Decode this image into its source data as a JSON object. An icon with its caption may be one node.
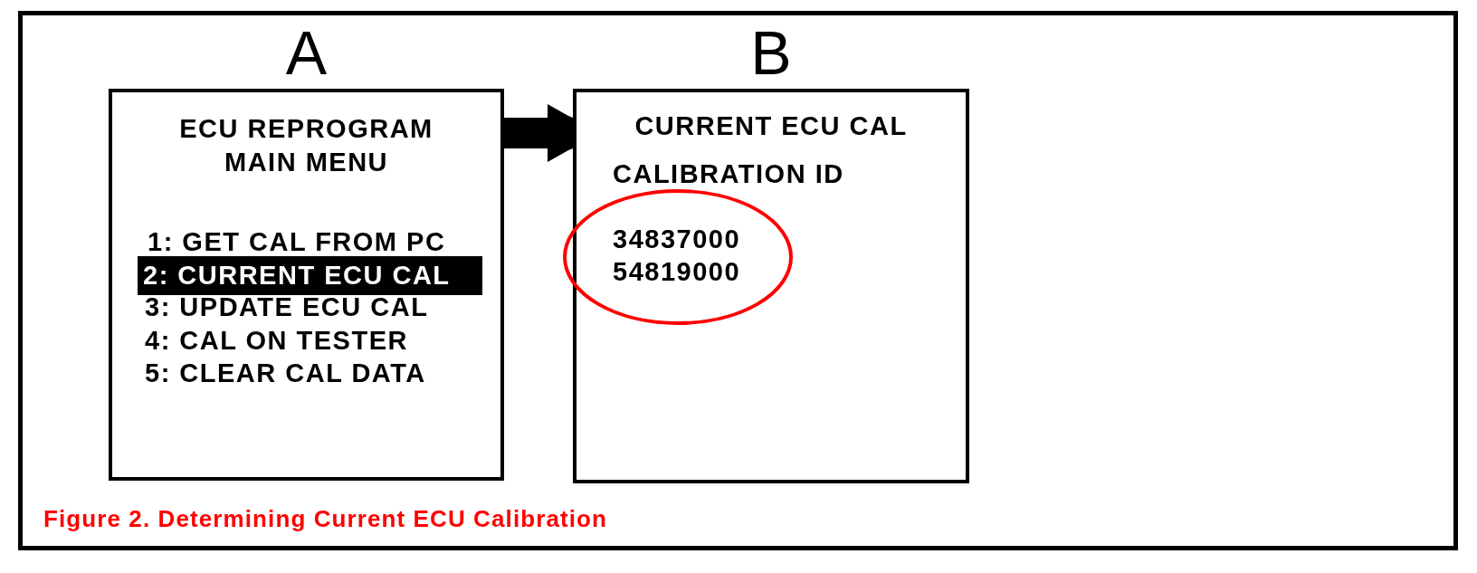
{
  "diagram": {
    "caption": "Figure 2. Determining Current ECU Calibration",
    "nodes": [
      {
        "text": [
          "A",
          "ECU REPROGRAM MAIN MENU",
          "1: GET CAL FROM PC",
          "3: UPDATE ECU CAL",
          "4: CAL ON TESTER",
          "5: CLEAR CAL DATA"
        ]
      },
      {
        "text": [
          "2: CURRENT ECU CAL"
        ],
        "in": 0
      },
      {
        "text": [
          "B",
          "CURRENT ECU CAL",
          "CALIBRATION ID"
        ]
      },
      {
        "text": [
          "34837000",
          "54819000"
        ],
        "in": 2
      }
    ],
    "edges": [
      {
        "from": 0,
        "to": 2,
        "arrow": "to"
      }
    ]
  }
}
